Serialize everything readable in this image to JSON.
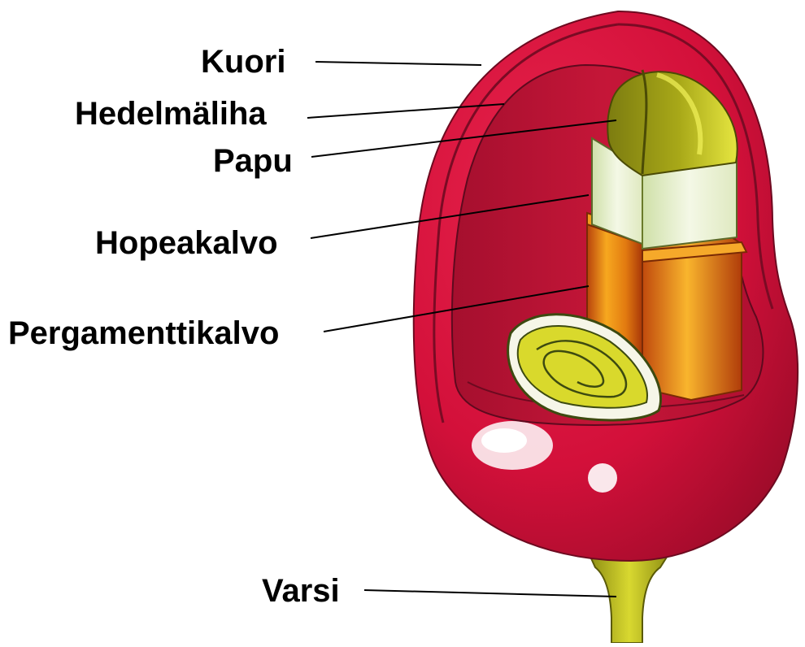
{
  "diagram": {
    "labels": {
      "kuori": "Kuori",
      "hedelmaliha": "Hedelmäliha",
      "papu": "Papu",
      "hopeakalvo": "Hopeakalvo",
      "pergamenttikalvo": "Pergamenttikalvo",
      "varsi": "Varsi"
    },
    "colors": {
      "skin": "#d3103a",
      "skin_dark": "#8e0b26",
      "pulp": "#c0143a",
      "bean": "#8f8f14",
      "bean_light": "#e6e640",
      "silverskin": "#f4f8e6",
      "silverskin_shade": "#cfe0a8",
      "parchment": "#e07a10",
      "parchment_light": "#f7b52c",
      "seed_swirl": "#d6d62a",
      "stem": "#b8b820",
      "leader_line": "#000000"
    }
  }
}
